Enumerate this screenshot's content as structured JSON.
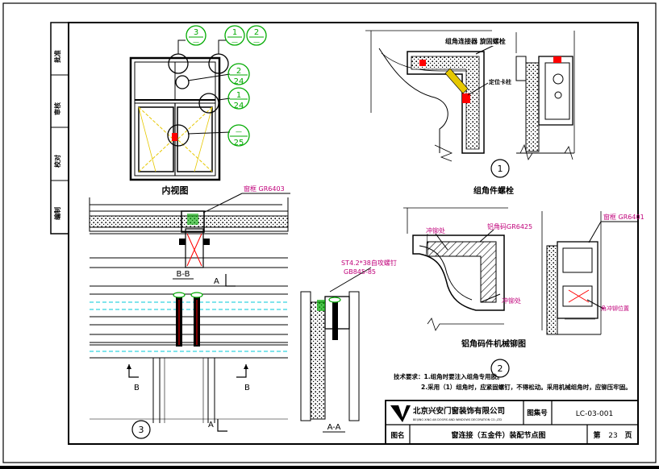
{
  "side_labels": [
    "批准",
    "审核",
    "校对",
    "编制"
  ],
  "view_title": "内视图",
  "callouts": {
    "c1": {
      "top": "3",
      "bottom": "—"
    },
    "c2": {
      "top": "1",
      "bottom": "—"
    },
    "c3": {
      "top": "2",
      "bottom": "—"
    },
    "c4": {
      "top": "2",
      "bottom": "24"
    },
    "c5": {
      "top": "1",
      "bottom": "24"
    },
    "c6": {
      "top": "—",
      "bottom": "25"
    }
  },
  "detail1": {
    "label_joint": "组角连接器 旋固螺栓",
    "label_pin": "定位卡柱",
    "number": "1",
    "caption": "组角件螺栓"
  },
  "detail2": {
    "label_punch_top": "冲铆处",
    "label_code": "铝角码GR6425",
    "label_punch_bottom": "冲铆处",
    "label_frame": "窗框 GR6401",
    "label_punch_pos": "角冲铆位置",
    "number": "2",
    "caption": "铝角码件机械铆图"
  },
  "section_bb": {
    "frame_label": "窗框 GR6403",
    "name": "B-B"
  },
  "section_aa": {
    "screw_label": "ST4.2*38自攻螺钉",
    "std_label": "GB845-85",
    "name": "A-A"
  },
  "detail3": {
    "number": "3"
  },
  "cut_marks": {
    "a": "A",
    "b": "B"
  },
  "notes": {
    "line1": "技术要求：1.组角时要注入组角专用胶。",
    "line2": "2.采用（1）组角时，应紧固螺钉，不得松动。采用机械组角时，应铆压牢固。"
  },
  "title_block": {
    "company": "北京兴安门窗装饰有限公司",
    "company_en": "BEIJING XING AN DOORS AND WINDOWS DECORATION CO.,LTD",
    "atlas_label": "图集号",
    "atlas_no": "LC-03-001",
    "name_label": "图名",
    "drawing_name": "窗连接（五金件）装配节点图",
    "page_prefix": "第",
    "page_no": "23",
    "page_suffix": "页"
  },
  "colors": {
    "line": "#000000",
    "callout_green": "#00aa00",
    "frame_magenta": "#c0007a",
    "red": "#ff0000",
    "cyan": "#00c8d8",
    "yellow": "#e6c800"
  }
}
